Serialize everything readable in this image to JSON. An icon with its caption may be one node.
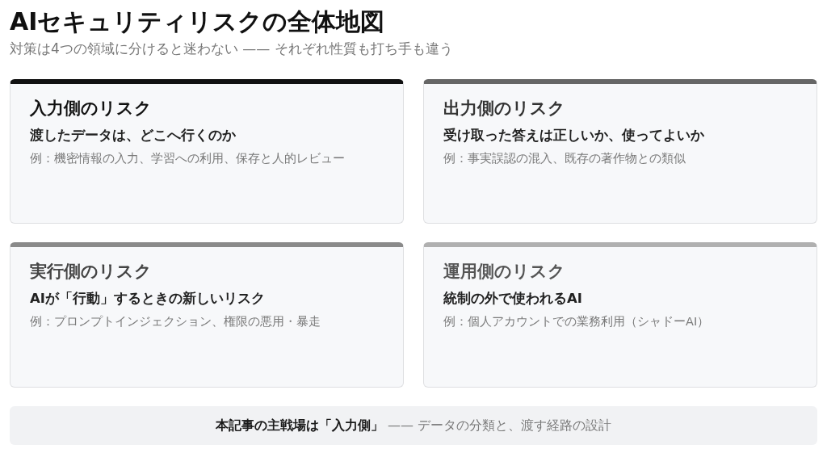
{
  "diagram": {
    "title": "AIセキュリティリスクの全体地図",
    "nodes": [
      {
        "text": [
          "入力側のリスク",
          "渡したデータは、どこへ行くのか",
          "例：機密情報の入力、学習への利用、保存と人的レビュー"
        ]
      },
      {
        "text": [
          "出力側のリスク",
          "受け取った答えは正しいか、使ってよいか",
          "例：事実誤認の混入、既存の著作物との類似"
        ]
      },
      {
        "text": [
          "実行側のリスク",
          "AIが「行動」するときの新しいリスク",
          "例：プロンプトインジェクション、権限の悪用・暴走"
        ]
      },
      {
        "text": [
          "運用側のリスク",
          "統制の外で使われるAI",
          "例：個人アカウントでの業務利用（シャドーAI）"
        ]
      },
      {
        "text": [
          "**本記事の主戦場は「入力側」** —— データの分類と、渡す経路の設計"
        ]
      }
    ],
    "labels": [
      "対策は4つの領域に分けると迷わない —— それぞれ性質も打ち手も違う"
    ]
  }
}
